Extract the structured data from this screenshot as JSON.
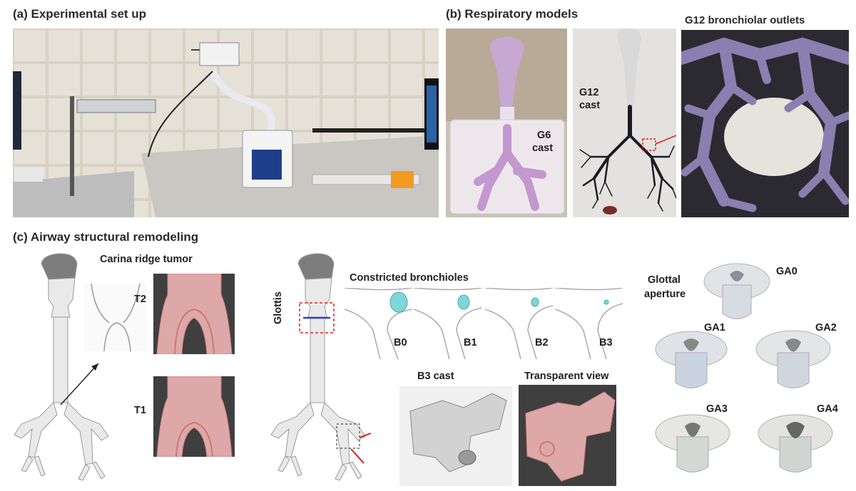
{
  "panel_a": {
    "heading": "(a) Experimental set up"
  },
  "panel_b": {
    "heading": "(b) Respiratory models",
    "g6_label_1": "G6",
    "g6_label_2": "cast",
    "g12_label_1": "G12",
    "g12_label_2": "cast",
    "outlets_title": "G12 bronchiolar outlets"
  },
  "panel_c": {
    "heading": "(c) Airway structural remodeling",
    "carina_title": "Carina ridge tumor",
    "t2": "T2",
    "t1": "T1",
    "glottis": "Glottis",
    "constricted_title": "Constricted bronchioles",
    "b0": "B0",
    "b1": "B1",
    "b2": "B2",
    "b3": "B3",
    "b3_cast": "B3 cast",
    "transparent_view": "Transparent view",
    "glottal_1": "Glottal",
    "glottal_2": "aperture",
    "ga0": "GA0",
    "ga1": "GA1",
    "ga2": "GA2",
    "ga3": "GA3",
    "ga4": "GA4"
  },
  "colors": {
    "dark_panel": "#3f3f3f",
    "pink_model": "#f0b4b4",
    "arrow_red": "#e02020",
    "glottis_blue": "#2b3fd6",
    "constriction_cyan": "#7fd6d8"
  }
}
